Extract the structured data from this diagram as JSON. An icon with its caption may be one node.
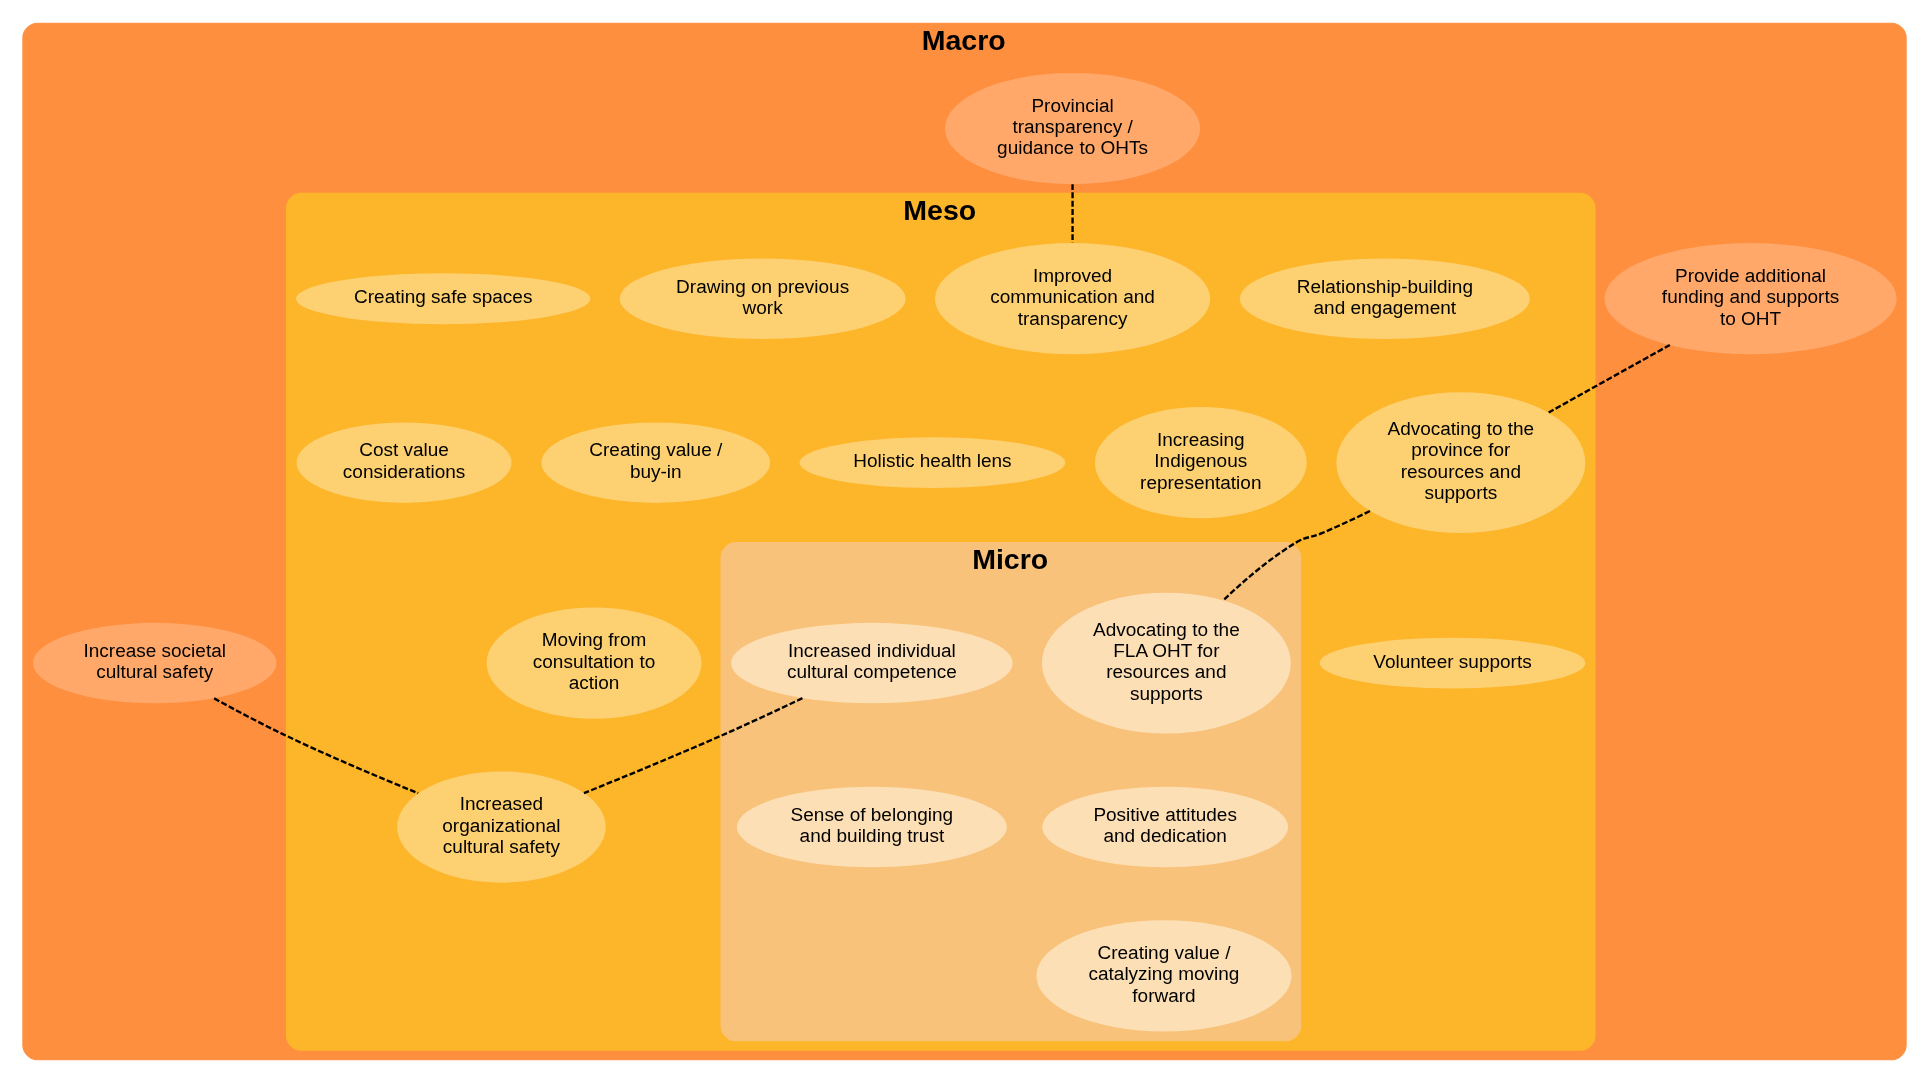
{
  "diagram": {
    "nodes": [
      {
        "text": [
          "Macro"
        ]
      },
      {
        "text": [
          "Provide additional funding and supports to OHT"
        ],
        "in": 0
      },
      {
        "text": [
          "Provincial transparency / guidance to OHTs"
        ],
        "in": 0
      },
      {
        "text": [
          "Increase societal cultural safety"
        ],
        "in": 0
      },
      {
        "text": [
          "Meso"
        ],
        "in": 0
      },
      {
        "text": [
          "Advocating to the province for resources and supports"
        ],
        "in": 4
      },
      {
        "text": [
          "Relationship-building and engagement"
        ],
        "in": 4
      },
      {
        "text": [
          "Improved communication and transparency"
        ],
        "in": 4
      },
      {
        "text": [
          "Drawing on previous work"
        ],
        "in": 4
      },
      {
        "text": [
          "Creating safe spaces"
        ],
        "in": 4
      },
      {
        "text": [
          "Volunteer supports"
        ],
        "in": 4
      },
      {
        "text": [
          "Increasing Indigenous representation"
        ],
        "in": 4
      },
      {
        "text": [
          "Holistic health lens"
        ],
        "in": 4
      },
      {
        "text": [
          "Creating value / buy-in"
        ],
        "in": 4
      },
      {
        "text": [
          "Increased organizational cultural safety"
        ],
        "in": 4
      },
      {
        "text": [
          "Moving from consultation to action"
        ],
        "in": 4
      },
      {
        "text": [
          "Cost value considerations"
        ],
        "in": 4
      },
      {
        "text": [
          "Micro"
        ],
        "in": 4
      },
      {
        "text": [
          "Advocating to the FLA OHT for resources and supports"
        ],
        "in": 17
      },
      {
        "text": [
          "Increased individual cultural competence"
        ],
        "in": 17
      },
      {
        "text": [
          "Positive attitudes and dedication"
        ],
        "in": 17
      },
      {
        "text": [
          "Sense of belonging and building trust"
        ],
        "in": 17
      },
      {
        "text": [
          "Creating value / catalyzing moving forward"
        ],
        "in": 17
      }
    ],
    "edges": [
      {
        "from": 1,
        "to": 5,
        "arrow": "none",
        "style": "dashed"
      },
      {
        "from": 2,
        "to": 7,
        "arrow": "none",
        "style": "dashed"
      },
      {
        "from": 3,
        "to": 14,
        "arrow": "none",
        "style": "dashed"
      },
      {
        "from": 5,
        "to": 18,
        "arrow": "none",
        "style": "dashed"
      },
      {
        "from": 19,
        "to": 14,
        "arrow": "none",
        "style": "dashed"
      }
    ]
  }
}
